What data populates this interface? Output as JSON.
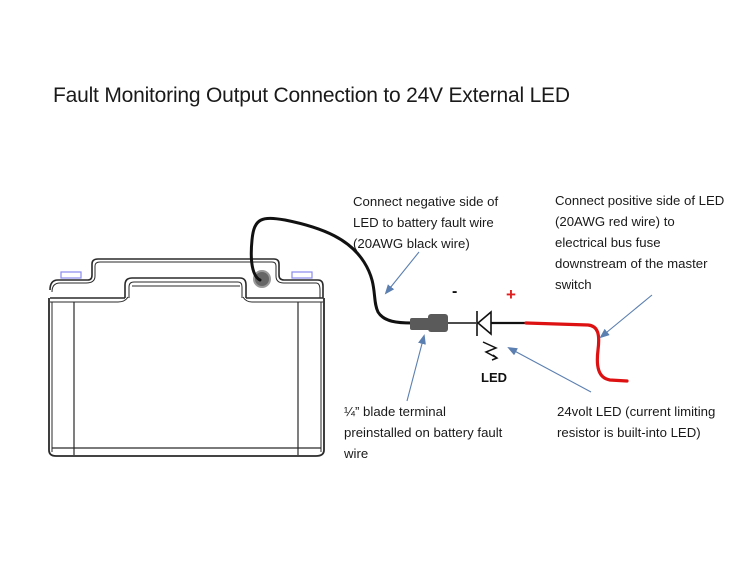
{
  "title": "Fault Monitoring Output Connection to 24V External LED",
  "annotations": {
    "negative_side": [
      "Connect negative side of",
      "LED to battery fault wire",
      "(20AWG black wire)"
    ],
    "positive_side": [
      "Connect positive side of LED",
      "(20AWG red wire) to",
      "electrical bus fuse",
      "downstream  of the master",
      "switch"
    ],
    "blade_terminal": [
      "¼” blade terminal",
      "preinstalled on battery fault",
      "wire"
    ],
    "led_info": [
      "24volt  LED (current limiting",
      "resistor is built-into LED)"
    ]
  },
  "polarity": {
    "negative": "-",
    "positive": "+"
  },
  "led_label": "LED",
  "colors": {
    "black_wire": "#111111",
    "red_wire": "#dd1111",
    "arrow": "#5b7fb0",
    "battery_outline": "#2a2a2a",
    "terminal_post": "#8a8af0",
    "connector": "#5a5a5a"
  }
}
